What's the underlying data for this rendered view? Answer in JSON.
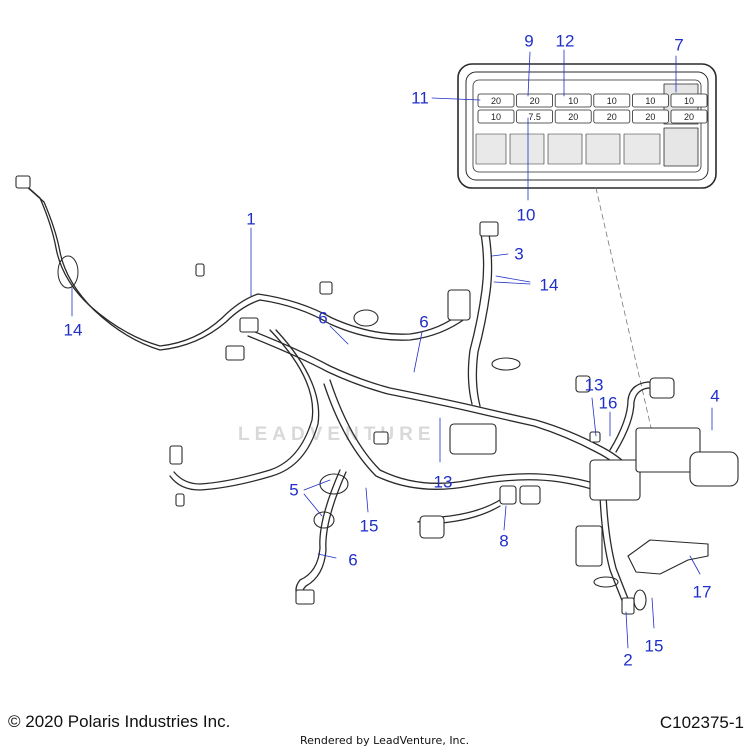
{
  "callouts": [
    {
      "id": "c1",
      "text": "1"
    },
    {
      "id": "c2",
      "text": "2"
    },
    {
      "id": "c3",
      "text": "3"
    },
    {
      "id": "c4",
      "text": "4"
    },
    {
      "id": "c5",
      "text": "5"
    },
    {
      "id": "c6a",
      "text": "6"
    },
    {
      "id": "c6b",
      "text": "6"
    },
    {
      "id": "c6c",
      "text": "6"
    },
    {
      "id": "c7",
      "text": "7"
    },
    {
      "id": "c8",
      "text": "8"
    },
    {
      "id": "c9",
      "text": "9"
    },
    {
      "id": "c10",
      "text": "10"
    },
    {
      "id": "c11",
      "text": "11"
    },
    {
      "id": "c12",
      "text": "12"
    },
    {
      "id": "c13a",
      "text": "13"
    },
    {
      "id": "c13b",
      "text": "13"
    },
    {
      "id": "c14a",
      "text": "14"
    },
    {
      "id": "c14b",
      "text": "14"
    },
    {
      "id": "c15a",
      "text": "15"
    },
    {
      "id": "c15b",
      "text": "15"
    },
    {
      "id": "c16",
      "text": "16"
    },
    {
      "id": "c17",
      "text": "17"
    }
  ],
  "fuse_box": {
    "top_row": [
      "20",
      "20",
      "10",
      "10",
      "10",
      "10"
    ],
    "bottom_row": [
      "10",
      "7.5",
      "20",
      "20",
      "20",
      "20"
    ]
  },
  "watermark": "LEADVENTURE",
  "footer": {
    "copyright": "© 2020 Polaris Industries Inc.",
    "part_number": "C102375-1",
    "rendered_by": "Rendered by LeadVenture, Inc."
  },
  "colors": {
    "callout": "#1f2fc8",
    "line_art": "#2a2a2a"
  }
}
